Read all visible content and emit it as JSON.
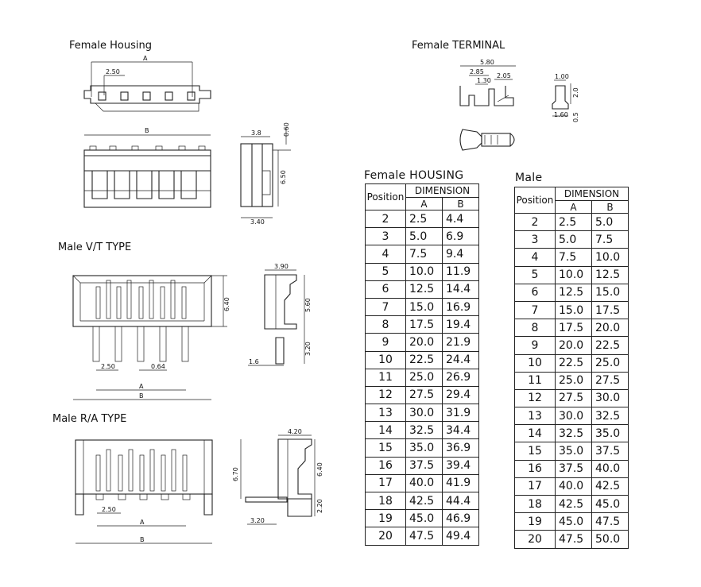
{
  "labels": {
    "female_housing": "Female  Housing",
    "female_terminal": "Female  TERMINAL",
    "male_vt": "Male  V/T  TYPE",
    "male_ra": "Male  R/A  TYPE"
  },
  "dims": {
    "fh_A": "A",
    "fh_pitch": "2.50",
    "fh_B": "B",
    "fh_side_top": "3.8",
    "fh_side_060": "0.60",
    "fh_side_650": "6.50",
    "fh_side_340": "3.40",
    "ft_580": "5.80",
    "ft_285": "2.85",
    "ft_130": "1.30",
    "ft_205": "2.05",
    "ft_100": "1.00",
    "ft_20": "2.0",
    "ft_160": "1.60",
    "ft_05": "0.5",
    "vt_640": "6.40",
    "vt_250": "2.50",
    "vt_064": "0.64",
    "vt_A": "A",
    "vt_B": "B",
    "vt_390": "3.90",
    "vt_560": "5.60",
    "vt_320": "3.20",
    "vt_16": "1.6",
    "ra_670": "6.70",
    "ra_250": "2.50",
    "ra_A": "A",
    "ra_B": "B",
    "ra_420": "4.20",
    "ra_640": "6.40",
    "ra_220": "2.20",
    "ra_320": "3.20"
  },
  "female_table": {
    "title": "Female  HOUSING",
    "position_header": "Position",
    "dimension_header": "DIMENSION",
    "col_a": "A",
    "col_b": "B",
    "rows": [
      [
        "2",
        "2.5",
        "4.4"
      ],
      [
        "3",
        "5.0",
        "6.9"
      ],
      [
        "4",
        "7.5",
        "9.4"
      ],
      [
        "5",
        "10.0",
        "11.9"
      ],
      [
        "6",
        "12.5",
        "14.4"
      ],
      [
        "7",
        "15.0",
        "16.9"
      ],
      [
        "8",
        "17.5",
        "19.4"
      ],
      [
        "9",
        "20.0",
        "21.9"
      ],
      [
        "10",
        "22.5",
        "24.4"
      ],
      [
        "11",
        "25.0",
        "26.9"
      ],
      [
        "12",
        "27.5",
        "29.4"
      ],
      [
        "13",
        "30.0",
        "31.9"
      ],
      [
        "14",
        "32.5",
        "34.4"
      ],
      [
        "15",
        "35.0",
        "36.9"
      ],
      [
        "16",
        "37.5",
        "39.4"
      ],
      [
        "17",
        "40.0",
        "41.9"
      ],
      [
        "18",
        "42.5",
        "44.4"
      ],
      [
        "19",
        "45.0",
        "46.9"
      ],
      [
        "20",
        "47.5",
        "49.4"
      ]
    ]
  },
  "male_table": {
    "title": "Male",
    "position_header": "Position",
    "dimension_header": "DIMENSION",
    "col_a": "A",
    "col_b": "B",
    "rows": [
      [
        "2",
        "2.5",
        "5.0"
      ],
      [
        "3",
        "5.0",
        "7.5"
      ],
      [
        "4",
        "7.5",
        "10.0"
      ],
      [
        "5",
        "10.0",
        "12.5"
      ],
      [
        "6",
        "12.5",
        "15.0"
      ],
      [
        "7",
        "15.0",
        "17.5"
      ],
      [
        "8",
        "17.5",
        "20.0"
      ],
      [
        "9",
        "20.0",
        "22.5"
      ],
      [
        "10",
        "22.5",
        "25.0"
      ],
      [
        "11",
        "25.0",
        "27.5"
      ],
      [
        "12",
        "27.5",
        "30.0"
      ],
      [
        "13",
        "30.0",
        "32.5"
      ],
      [
        "14",
        "32.5",
        "35.0"
      ],
      [
        "15",
        "35.0",
        "37.5"
      ],
      [
        "16",
        "37.5",
        "40.0"
      ],
      [
        "17",
        "40.0",
        "42.5"
      ],
      [
        "18",
        "42.5",
        "45.0"
      ],
      [
        "19",
        "45.0",
        "47.5"
      ],
      [
        "20",
        "47.5",
        "50.0"
      ]
    ]
  }
}
